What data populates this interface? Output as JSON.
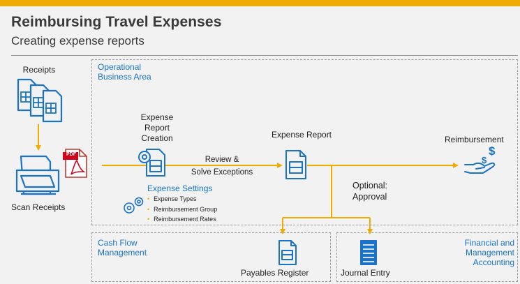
{
  "title": "Reimbursing Travel Expenses",
  "subtitle": "Creating expense reports",
  "accent_color": "#f0ab00",
  "link_color": "#1a73c8",
  "areas": {
    "operational": "Operational\nBusiness Area",
    "cash_flow": "Cash Flow\nManagement",
    "financial": "Financial and\nManagement\nAccounting"
  },
  "nodes": {
    "receipts": "Receipts",
    "scan_receipts": "Scan Receipts",
    "expense_report_creation": "Expense\nReport\nCreation",
    "expense_report": "Expense Report",
    "reimbursement": "Reimbursement",
    "payables_register": "Payables Register",
    "journal_entry": "Journal Entry"
  },
  "edges": {
    "review": "Review &\nSolve Exceptions",
    "approval": "Optional:\nApproval"
  },
  "expense_settings": {
    "title": "Expense Settings",
    "items": [
      "Expense Types",
      "Reimbursement Group",
      "Reimbursement Rates"
    ]
  },
  "pdf_badge": "PDF",
  "icons": [
    "receipts-icon",
    "scanner-icon",
    "pdf-icon",
    "settings-gears-icon",
    "document-icon",
    "hand-money-icon",
    "journal-icon"
  ]
}
